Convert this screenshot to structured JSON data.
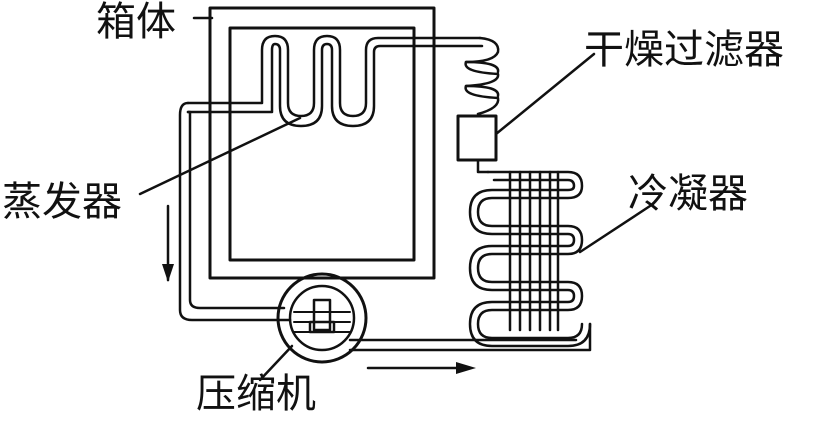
{
  "labels": {
    "cabinet": "箱体",
    "dryer_filter": "干燥过滤器",
    "condenser": "冷凝器",
    "evaporator": "蒸发器",
    "compressor": "压缩机"
  },
  "colors": {
    "line": "#111111",
    "background": "#ffffff"
  }
}
